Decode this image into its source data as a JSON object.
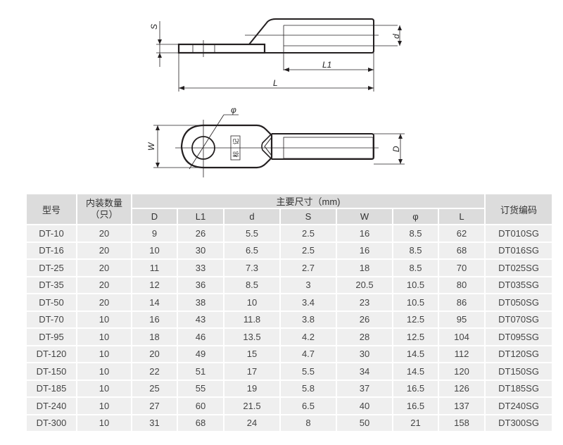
{
  "drawing": {
    "side_view": {
      "labels": {
        "thickness": "S",
        "bore_diameter": "d",
        "barrel_length": "L1",
        "total_length": "L"
      }
    },
    "top_view": {
      "labels": {
        "hole_diameter": "φ",
        "width": "W",
        "barrel_outer_diameter": "D",
        "mark": [
          "标",
          "记"
        ]
      }
    }
  },
  "table": {
    "headers": {
      "model": "型号",
      "pack_qty_line1": "内装数量",
      "pack_qty_line2": "（只）",
      "main_dims": "主要尺寸（mm)",
      "order_code": "订货编码",
      "dims": [
        "D",
        "L1",
        "d",
        "S",
        "W",
        "φ",
        "L"
      ]
    },
    "rows": [
      [
        "DT-10",
        "20",
        "9",
        "26",
        "5.5",
        "2.5",
        "16",
        "8.5",
        "62",
        "DT010SG"
      ],
      [
        "DT-16",
        "20",
        "10",
        "30",
        "6.5",
        "2.5",
        "16",
        "8.5",
        "68",
        "DT016SG"
      ],
      [
        "DT-25",
        "20",
        "11",
        "33",
        "7.3",
        "2.7",
        "18",
        "8.5",
        "70",
        "DT025SG"
      ],
      [
        "DT-35",
        "20",
        "12",
        "36",
        "8.5",
        "3",
        "20.5",
        "10.5",
        "80",
        "DT035SG"
      ],
      [
        "DT-50",
        "20",
        "14",
        "38",
        "10",
        "3.4",
        "23",
        "10.5",
        "86",
        "DT050SG"
      ],
      [
        "DT-70",
        "10",
        "16",
        "43",
        "11.8",
        "3.8",
        "26",
        "12.5",
        "95",
        "DT070SG"
      ],
      [
        "DT-95",
        "10",
        "18",
        "46",
        "13.5",
        "4.2",
        "28",
        "12.5",
        "104",
        "DT095SG"
      ],
      [
        "DT-120",
        "10",
        "20",
        "49",
        "15",
        "4.7",
        "30",
        "14.5",
        "112",
        "DT120SG"
      ],
      [
        "DT-150",
        "10",
        "22",
        "51",
        "17",
        "5.5",
        "34",
        "14.5",
        "120",
        "DT150SG"
      ],
      [
        "DT-185",
        "10",
        "25",
        "55",
        "19",
        "5.8",
        "37",
        "16.5",
        "126",
        "DT185SG"
      ],
      [
        "DT-240",
        "10",
        "27",
        "60",
        "21.5",
        "6.5",
        "40",
        "16.5",
        "137",
        "DT240SG"
      ],
      [
        "DT-300",
        "10",
        "31",
        "68",
        "24",
        "8",
        "50",
        "21",
        "158",
        "DT300SG"
      ]
    ]
  },
  "colors": {
    "header_bg": "#dcdcdc",
    "row_bg": "#efefef",
    "text": "#444444",
    "line": "#231f20"
  }
}
